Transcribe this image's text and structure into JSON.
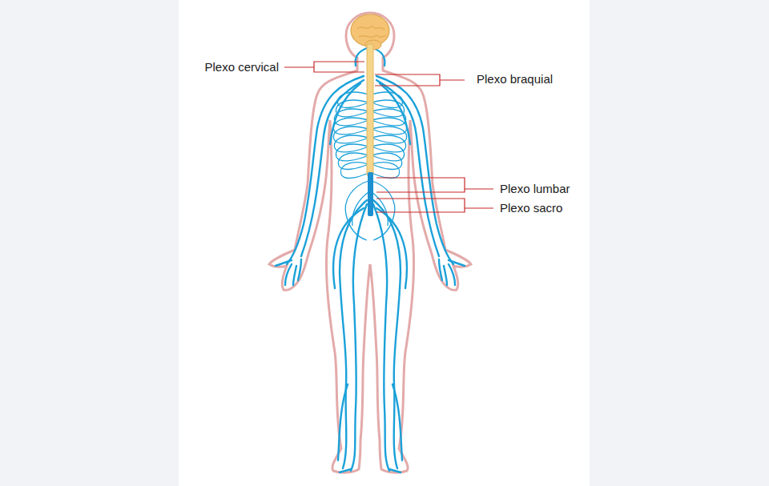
{
  "diagram": {
    "labels": [
      "Plexo cervical",
      "Plexo braquial",
      "Plexo lumbar",
      "Plexo sacro"
    ]
  }
}
